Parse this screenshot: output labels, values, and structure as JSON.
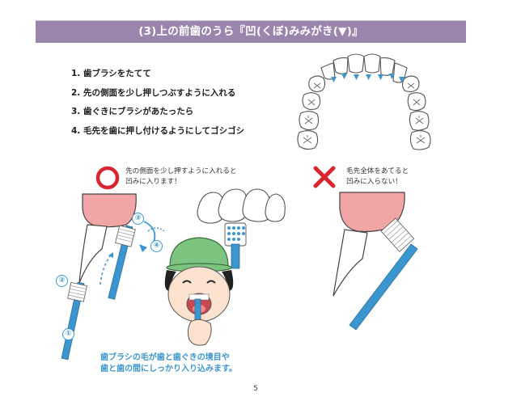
{
  "header": {
    "title": "(3)上の前歯のうら『凹(くぼ)みみがき(▼)』"
  },
  "steps": [
    "1. 歯ブラシをたてて",
    "2. 先の側面を少し押しつぶすように入れる",
    "3. 歯ぐきにブラシがあたったら",
    "4. 毛先を歯に押し付けるようにしてゴシゴシ"
  ],
  "good_example": {
    "mark": "circle-icon",
    "note_line1": "先の側面を少し押すように入れると",
    "note_line2": "凹みに入ります！"
  },
  "bad_example": {
    "mark": "cross-icon",
    "note_line1": "毛先全体をあてると",
    "note_line2": "凹みに入らない！"
  },
  "markers": [
    "①",
    "②",
    "③",
    "④"
  ],
  "caption": {
    "line1": "歯ブラシの毛が歯と歯ぐきの境目や",
    "line2": "歯と歯の間にしっかり入り込みます。"
  },
  "page_number": "5",
  "colors": {
    "title_bar": "#9a86ad",
    "accent_blue": "#3b96cf",
    "gum_pink": "#f2a5a5",
    "cross_red": "#d8262e",
    "circle_red": "#d8262e",
    "cap_green": "#7cc47f"
  }
}
